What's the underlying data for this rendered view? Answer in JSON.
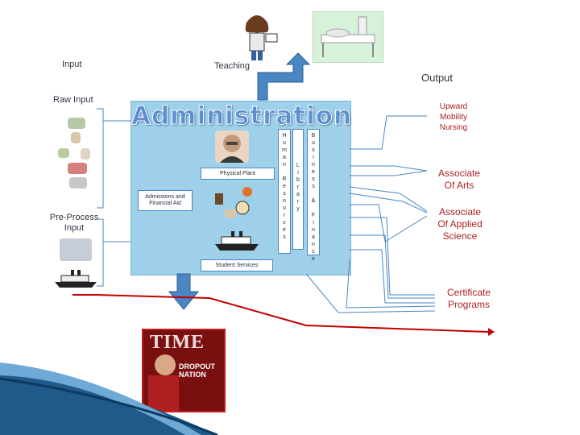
{
  "labels": {
    "input": "Input",
    "teaching": "Teaching",
    "output": "Output",
    "raw_input": "Raw Input",
    "pre_process_input": "Pre-Process\nInput"
  },
  "admin": {
    "title": "Administration",
    "physical_plant": "Physical Plant",
    "admissions": "Admissions and\nFinancial Aid",
    "student_services": "Student Services",
    "human_resources": "H\nu\nm\na\nn\n \nR\ne\ns\no\nu\nr\nc\ne\ns",
    "library": "L\ni\nb\nr\na\nr\ny",
    "business_finance": "B\nu\ns\ni\nn\ne\ns\ns\n \n&\n \nF\ni\nn\na\nn\nc\ne"
  },
  "outputs": [
    "Upward\nMobility\nNursing",
    "Associate\nOf Arts",
    "Associate\nOf Applied\nScience",
    "Certificate\nPrograms"
  ],
  "magazine": {
    "masthead": "TIME",
    "cover_line": "DROPOUT\nNATION"
  },
  "colors": {
    "panel": "#9fd0ea",
    "arrow_blue": "#4a86c2",
    "output_red": "#b02020",
    "line_red": "#c00000"
  }
}
